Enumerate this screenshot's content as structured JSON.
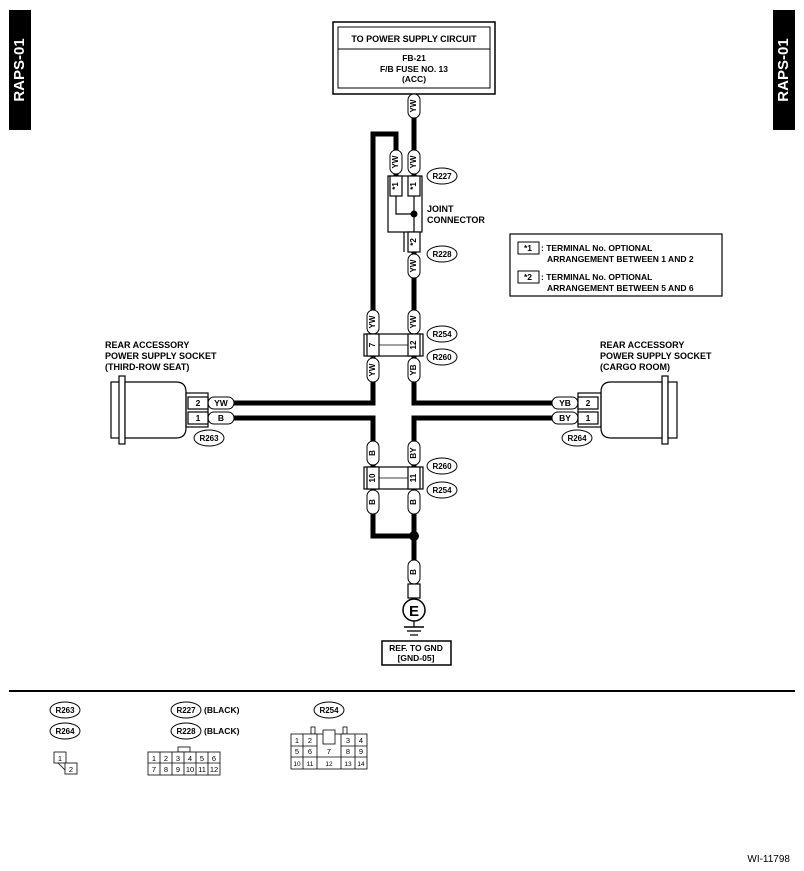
{
  "page_tag": "RAPS-01",
  "power_box": {
    "title": "TO POWER SUPPLY CIRCUIT",
    "line1": "FB-21",
    "line2": "F/B FUSE NO. 13",
    "line3": "(ACC)"
  },
  "joint_connector": {
    "line1": "JOINT",
    "line2": "CONNECTOR"
  },
  "notes": [
    {
      "mark": "*1",
      "line1": ": TERMINAL No. OPTIONAL",
      "line2": "ARRANGEMENT BETWEEN 1 AND 2"
    },
    {
      "mark": "*2",
      "line1": ": TERMINAL No. OPTIONAL",
      "line2": "ARRANGEMENT BETWEEN 5 AND 6"
    }
  ],
  "socket_left": {
    "line1": "REAR ACCESSORY",
    "line2": "POWER SUPPLY SOCKET",
    "line3": "(THIRD-ROW SEAT)"
  },
  "socket_right": {
    "line1": "REAR ACCESSORY",
    "line2": "POWER SUPPLY SOCKET",
    "line3": "(CARGO ROOM)"
  },
  "wires": {
    "yw": "YW",
    "yb": "YB",
    "b": "B",
    "by": "BY"
  },
  "terminals": {
    "star1": "*1",
    "star2": "*2",
    "t1": "1",
    "t2": "2",
    "t7": "7",
    "t10": "10",
    "t11": "11",
    "t12": "12"
  },
  "connectors": {
    "r227": "R227",
    "r228": "R228",
    "r254": "R254",
    "r260": "R260",
    "r263": "R263",
    "r264": "R264"
  },
  "ground": {
    "symbol": "E",
    "line1": "REF. TO GND",
    "line2": "[GND-05]"
  },
  "legend": {
    "black": "(BLACK)",
    "r263_pins": [
      "1",
      "2"
    ],
    "r227_pins": [
      "1",
      "2",
      "3",
      "4",
      "5",
      "6",
      "7",
      "8",
      "9",
      "10",
      "11",
      "12"
    ],
    "r254_pins": [
      "1",
      "2",
      "3",
      "4",
      "5",
      "6",
      "7",
      "8",
      "9",
      "10",
      "11",
      "12",
      "13",
      "14"
    ]
  },
  "figure_id": "WI-11798"
}
